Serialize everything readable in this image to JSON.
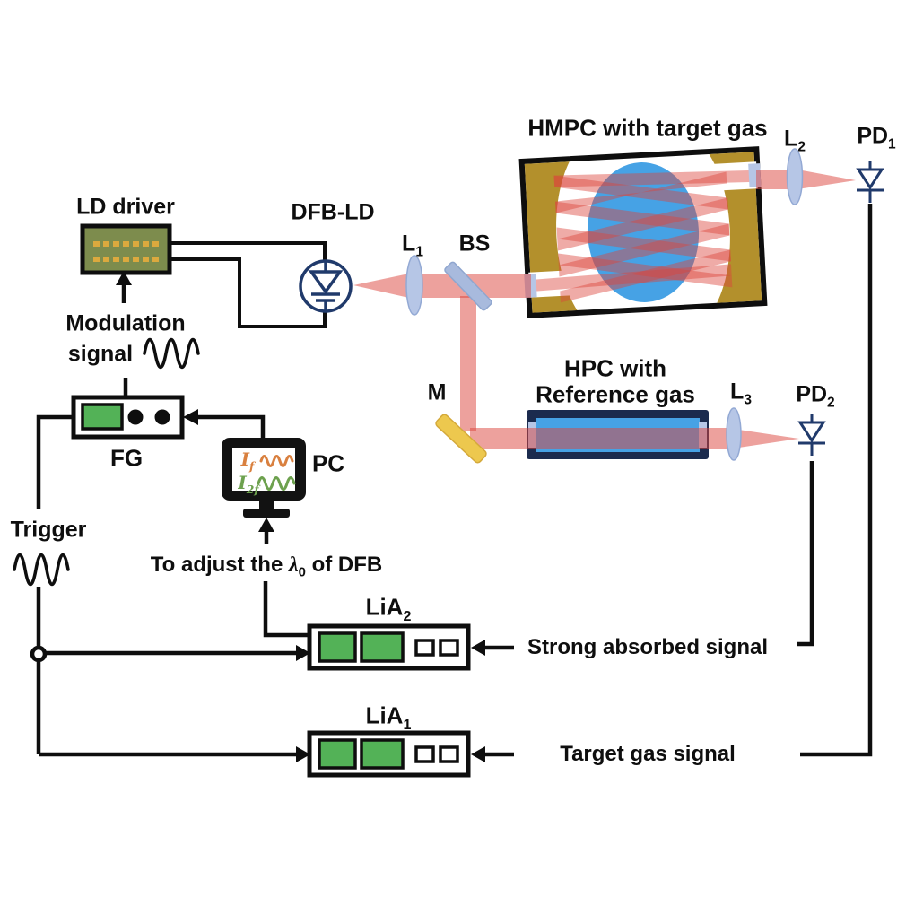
{
  "colors": {
    "beam_pink": "rgba(219,68,60,0.5)",
    "mirror_gold": "#b3902c",
    "fold_mirror_gold": "#edc84e",
    "gas_blue": "#46a2e5",
    "cell_navy": "#1b2b4e",
    "instrument_green": "#53b257",
    "ld_driver_olive": "#7d8c4d",
    "dash_orange": "#dba93e",
    "optic_blue": "#b6c6e6",
    "symbol_navy": "#203a6b",
    "trace_orange": "#d9803f",
    "trace_green": "#6da14e",
    "line_black": "#0e0e0e"
  },
  "source": {
    "ld_driver": "LD driver",
    "dfb_ld": "DFB-LD",
    "modulation_line1": "Modulation",
    "modulation_line2": "signal"
  },
  "electronics": {
    "fg": "FG",
    "trigger": "Trigger",
    "pc": "PC",
    "pc_screen": {
      "if_base": "I",
      "if_sub": "f",
      "i2f_base": "I",
      "i2f_sub": "2f"
    },
    "adjust": {
      "pre": "To adjust the ",
      "lambda": "λ",
      "sub": "0",
      "post": " of DFB"
    },
    "lia2_base": "LiA",
    "lia2_sub": "2",
    "lia1_base": "LiA",
    "lia1_sub": "1"
  },
  "optics": {
    "hmpc_title": "HMPC with target gas",
    "hpc_title_line1": "HPC with",
    "hpc_title_line2": "Reference gas",
    "l1_base": "L",
    "l1_sub": "1",
    "l2_base": "L",
    "l2_sub": "2",
    "l3_base": "L",
    "l3_sub": "3",
    "bs": "BS",
    "m": "M",
    "pd1_base": "PD",
    "pd1_sub": "1",
    "pd2_base": "PD",
    "pd2_sub": "2"
  },
  "signals": {
    "strong": "Strong absorbed signal",
    "target": "Target gas signal"
  }
}
